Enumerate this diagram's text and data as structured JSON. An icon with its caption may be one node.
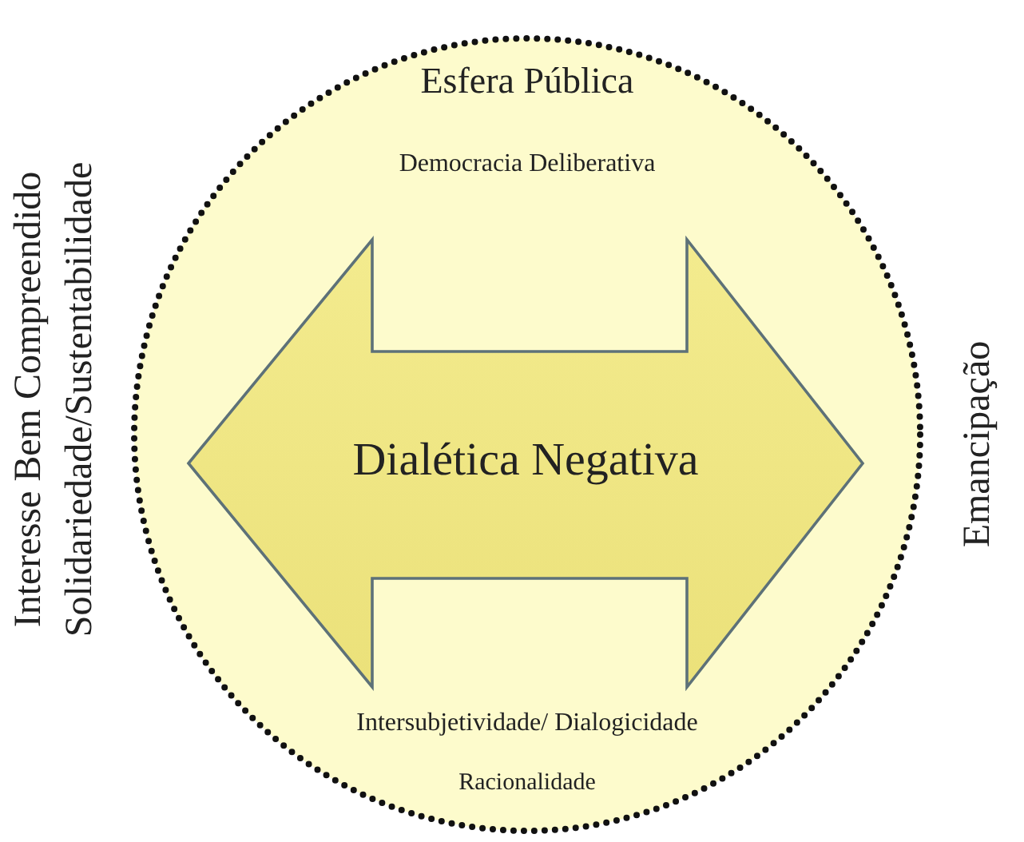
{
  "diagram": {
    "nodes": [
      {
        "text": [
          "Esfera Pública",
          "Democracia Deliberativa",
          "Intersubjetividade/ Dialogicidade",
          "Racionalidade"
        ]
      },
      {
        "text": [
          "Dialética Negativa"
        ],
        "in": 0
      }
    ],
    "labels": [
      "Interesse Bem Compreendido",
      "Solidariedade/Sustentabilidade",
      "Emancipação"
    ]
  }
}
